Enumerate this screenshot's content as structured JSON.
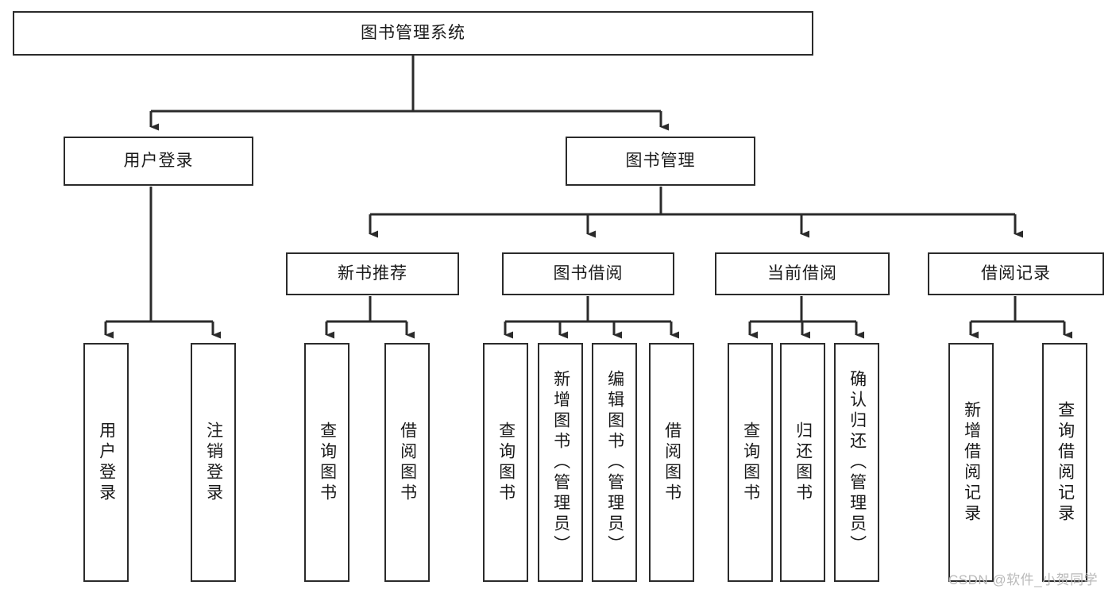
{
  "diagram": {
    "type": "tree",
    "title": "图书管理系统",
    "watermark": "CSDN @软件_小贺同学",
    "colors": {
      "box_border": "#2b2b2b",
      "box_fill": "#ffffff",
      "edge": "#2b2b2b",
      "text": "#1a1a1a",
      "watermark": "#b9b9b9",
      "background": "#ffffff"
    },
    "root": {
      "label": "图书管理系统"
    },
    "level2": [
      {
        "label": "用户登录"
      },
      {
        "label": "图书管理"
      }
    ],
    "level3": [
      {
        "label": "新书推荐"
      },
      {
        "label": "图书借阅"
      },
      {
        "label": "当前借阅"
      },
      {
        "label": "借阅记录"
      }
    ],
    "leaves": {
      "user_login": [
        {
          "label": "用户登录"
        },
        {
          "label": "注销登录"
        }
      ],
      "new_book_recommend": [
        {
          "label": "查询图书"
        },
        {
          "label": "借阅图书"
        }
      ],
      "book_borrow": [
        {
          "label": "查询图书"
        },
        {
          "label": "新增图书（管理员）"
        },
        {
          "label": "编辑图书（管理员）"
        },
        {
          "label": "借阅图书"
        }
      ],
      "current_borrow": [
        {
          "label": "查询图书"
        },
        {
          "label": "归还图书"
        },
        {
          "label": "确认归还（管理员）"
        }
      ],
      "borrow_record": [
        {
          "label": "新增借阅记录"
        },
        {
          "label": "查询借阅记录"
        }
      ]
    }
  }
}
